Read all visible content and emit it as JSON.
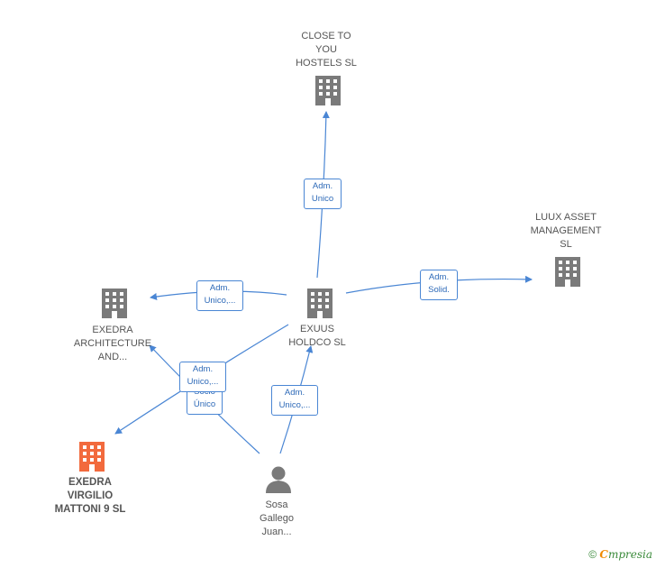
{
  "colors": {
    "edge": "#4a86d4",
    "company": "#7a7a7a",
    "focus_company": "#f26a3d",
    "person": "#7a7a7a"
  },
  "nodes": {
    "close_to_you": {
      "label": "CLOSE TO\nYOU\nHOSTELS  SL",
      "icon": "building-icon"
    },
    "luux": {
      "label": "LUUX ASSET\nMANAGEMENT\nSL",
      "icon": "building-icon"
    },
    "exedra_arch": {
      "label": "EXEDRA\nARCHITECTURE\nAND...",
      "icon": "building-icon"
    },
    "exuus": {
      "label": "EXUUS\nHOLDCO  SL",
      "icon": "building-icon"
    },
    "exedra_virgilio": {
      "label": "EXEDRA\nVIRGILIO\nMATTONI 9  SL",
      "icon": "building-icon"
    },
    "sosa": {
      "label": "Sosa\nGallego\nJuan...",
      "icon": "person-icon"
    }
  },
  "edges": {
    "exuus_close": "Adm.\nUnico",
    "exuus_luux": "Adm.\nSolid.",
    "exuus_arch": "Adm.\nUnico,...",
    "exuus_virgilio": "Adm.\nUnico,...",
    "sosa_arch": "Socio\nÚnico",
    "sosa_exuus": "Adm.\nUnico,..."
  },
  "footer": {
    "copyright_symbol": "©",
    "brand_first": "C",
    "brand_rest": "mpresia"
  }
}
